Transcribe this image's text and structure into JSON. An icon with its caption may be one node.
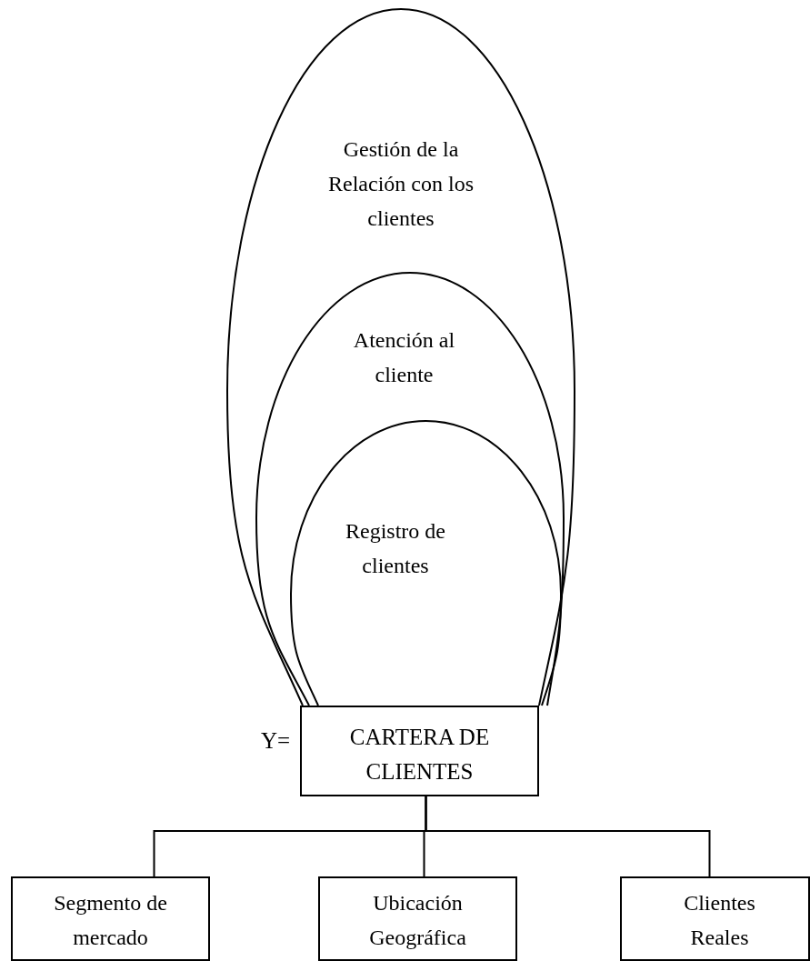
{
  "diagram": {
    "nodes": [
      {
        "text": [
          "Gestión de la Relación con los clientes"
        ]
      },
      {
        "text": [
          "Atención al cliente"
        ],
        "in": 0
      },
      {
        "text": [
          "Registro de clientes"
        ],
        "in": 1
      },
      {
        "text": [
          "CARTERA DE CLIENTES"
        ],
        "beside": [
          "Y="
        ]
      },
      {
        "text": [
          "Segmento de mercado"
        ]
      },
      {
        "text": [
          "Ubicación Geográfica"
        ]
      },
      {
        "text": [
          "Clientes Reales"
        ]
      }
    ],
    "edges": [
      {
        "from": 3,
        "to": 4,
        "arrow": "none"
      },
      {
        "from": 3,
        "to": 5,
        "arrow": "none"
      },
      {
        "from": 3,
        "to": 6,
        "arrow": "none"
      }
    ]
  }
}
